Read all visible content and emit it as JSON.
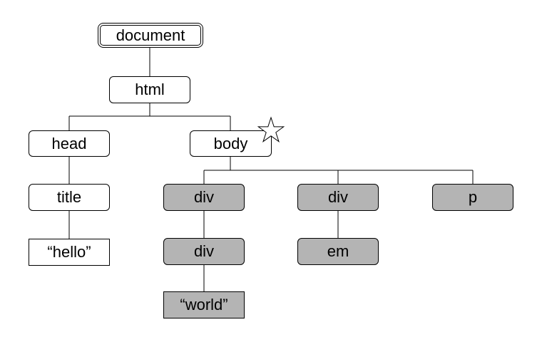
{
  "tree": {
    "document": "document",
    "html": "html",
    "head": "head",
    "body": "body",
    "title": "title",
    "hello": "“hello”",
    "div1": "div",
    "div2": "div",
    "p": "p",
    "div_inner": "div",
    "em": "em",
    "world": "“world”"
  },
  "marker_icon": "star-icon",
  "colors": {
    "node_fill": "#ffffff",
    "highlighted_fill": "#b4b4b4",
    "stroke": "#000000"
  }
}
